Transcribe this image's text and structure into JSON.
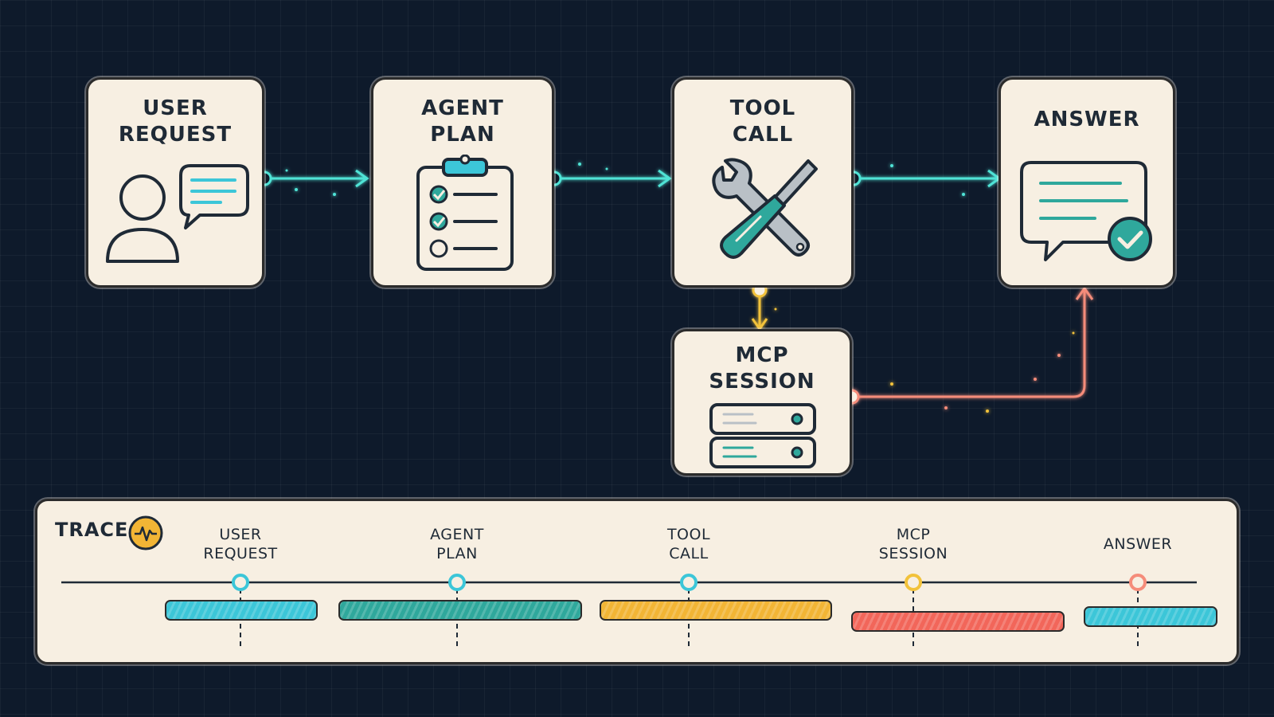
{
  "flow": {
    "user_request": "USER\nREQUEST",
    "agent_plan": "AGENT\nPLAN",
    "tool_call": "TOOL\nCALL",
    "answer": "ANSWER",
    "mcp_session": "MCP\nSESSION"
  },
  "trace": {
    "label": "TRACE",
    "stages": [
      {
        "label": "USER\nREQUEST",
        "color": "#3cc6d8"
      },
      {
        "label": "AGENT\nPLAN",
        "color": "#2fa89c"
      },
      {
        "label": "TOOL\nCALL",
        "color": "#f2b535"
      },
      {
        "label": "MCP\nSESSION",
        "color": "#f2665a"
      },
      {
        "label": "ANSWER",
        "color": "#3cc6d8"
      }
    ]
  },
  "colors": {
    "background": "#0e1a2b",
    "card": "#f7efe2",
    "ink": "#2b2b2b",
    "teal": "#4fe3d6",
    "yellow": "#f2c23a",
    "coral": "#f58c7a"
  },
  "icons": [
    "user-chat-icon",
    "clipboard-checklist-icon",
    "wrench-screwdriver-icon",
    "chat-check-icon",
    "server-icon",
    "pulse-icon"
  ]
}
